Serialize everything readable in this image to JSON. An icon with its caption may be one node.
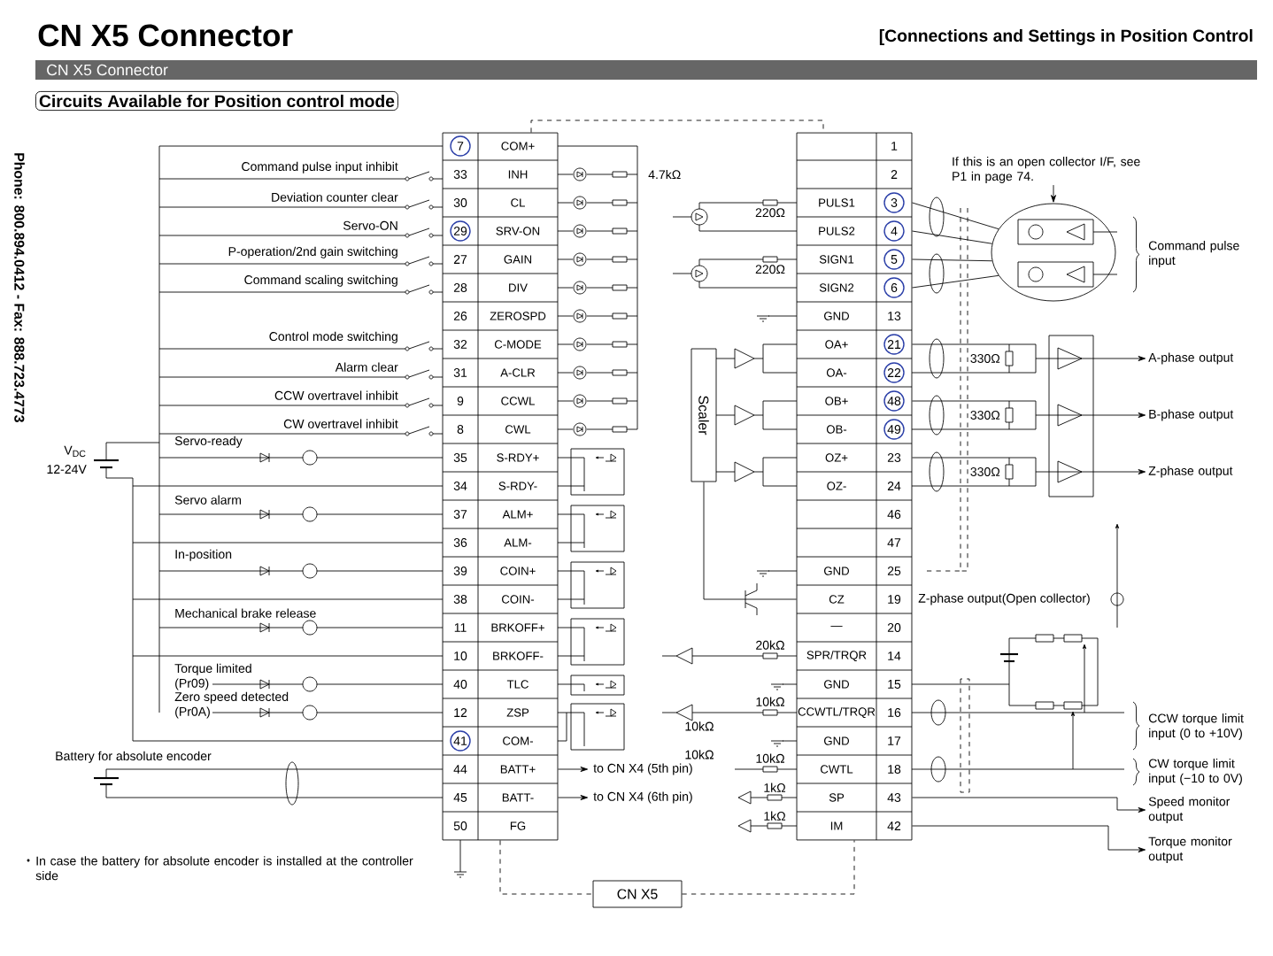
{
  "diagram": {
    "title": "CN X5 Connector",
    "nodes": [
      {
        "text": [
          "COM+",
          "INH",
          "CL",
          "SRV-ON",
          "GAIN",
          "DIV",
          "ZEROSPD",
          "C-MODE",
          "A-CLR",
          "CCWL",
          "CWL",
          "S-RDY+",
          "S-RDY-",
          "ALM+",
          "ALM-",
          "COIN+",
          "COIN-",
          "BRKOFF+",
          "BRKOFF-",
          "TLC",
          "ZSP",
          "COM-",
          "BATT+",
          "BATT-",
          "FG"
        ]
      },
      {
        "text": [
          "PULS1",
          "PULS2",
          "SIGN1",
          "SIGN2",
          "GND",
          "OA+",
          "OA-",
          "OB+",
          "OB-",
          "OZ+",
          "OZ-",
          "GND",
          "CZ",
          "—",
          "SPR/TRQR",
          "GND",
          "CCWTL/TRQR",
          "GND",
          "CWTL",
          "SP",
          "IM"
        ],
        "beside": [
          "Z-phase output(Open collector)"
        ]
      },
      {
        "text": [
          "Scaler"
        ]
      },
      {
        "text": [
          "CN X5"
        ]
      },
      {
        "text": [
          "A-phase output"
        ]
      },
      {
        "text": [
          "B-phase output"
        ]
      },
      {
        "text": [
          "Z-phase output"
        ]
      },
      {
        "text": [
          "Speed monitor output"
        ]
      },
      {
        "text": [
          "Torque monitor output"
        ]
      },
      {
        "text": [],
        "shape": "circle"
      },
      {
        "text": [
          "If this is an open collector I/F, see P1 in page 74."
        ]
      }
    ],
    "edges": [
      {
        "from": 1,
        "to": 9,
        "arrow": "none"
      },
      {
        "from": 1,
        "to": 9,
        "arrow": "none"
      },
      {
        "from": 1,
        "to": 9,
        "arrow": "none"
      },
      {
        "from": 1,
        "to": 9,
        "arrow": "none"
      },
      {
        "from": 1,
        "to": 4,
        "arrow": "to"
      },
      {
        "from": 1,
        "to": 5,
        "arrow": "to"
      },
      {
        "from": 1,
        "to": 6,
        "arrow": "to"
      },
      {
        "from": 1,
        "to": 7,
        "arrow": "to"
      },
      {
        "from": 1,
        "to": 8,
        "arrow": "to"
      },
      {
        "from": 0,
        "to": null,
        "arrow": "to",
        "label": "to CN X4 (5th pin)"
      },
      {
        "from": 0,
        "to": null,
        "arrow": "to",
        "label": "to CN X4 (6th pin)"
      },
      {
        "from": 0,
        "to": 3,
        "arrow": "none",
        "style": "dashed"
      },
      {
        "from": 3,
        "to": 1,
        "arrow": "none",
        "style": "dashed"
      },
      {
        "from": 10,
        "to": 9,
        "arrow": "to"
      },
      {
        "from": 0,
        "to": 1,
        "arrow": "none",
        "style": "dashed"
      },
      {
        "from": 2,
        "to": 1,
        "arrow": "none"
      }
    ],
    "labels": [
      "[Connections and Settings in Position Control",
      "CN X5 Connector",
      "Circuits Available for Position control mode",
      "Phone: 800.894.0412 - Fax: 888.723.4773",
      "Command pulse input inhibit",
      "Deviation counter clear",
      "Servo-ON",
      "P-operation/2nd gain switching",
      "Command scaling switching",
      "Control mode switching",
      "Alarm clear",
      "CCW overtravel inhibit",
      "CW overtravel inhibit",
      "Servo-ready",
      "Servo alarm",
      "In-position",
      "Mechanical brake release",
      "Torque limited",
      "(Pr09)",
      "Zero speed detected",
      "(Pr0A)",
      "V$_{DC}$",
      "12-24V",
      "Battery for absolute encoder",
      "In case the battery for absolute encoder is installed at the controller side",
      "7",
      "33",
      "30",
      "29",
      "27",
      "28",
      "26",
      "32",
      "31",
      "9",
      "8",
      "35",
      "34",
      "37",
      "36",
      "39",
      "38",
      "11",
      "10",
      "40",
      "12",
      "41",
      "44",
      "45",
      "50",
      "1",
      "2",
      "3",
      "4",
      "5",
      "6",
      "13",
      "21",
      "22",
      "48",
      "49",
      "23",
      "24",
      "46",
      "47",
      "25",
      "19",
      "20",
      "14",
      "15",
      "16",
      "17",
      "18",
      "43",
      "42",
      "4.7kΩ",
      "220Ω",
      "220Ω",
      "Command pulse input",
      "330Ω",
      "330Ω",
      "330Ω",
      "20kΩ",
      "10kΩ",
      "10kΩ",
      "10kΩ",
      "10kΩ",
      "CCW torque limit input (0 to +10V)",
      "CW torque limit input (−10 to 0V)",
      "1kΩ",
      "1kΩ"
    ]
  }
}
